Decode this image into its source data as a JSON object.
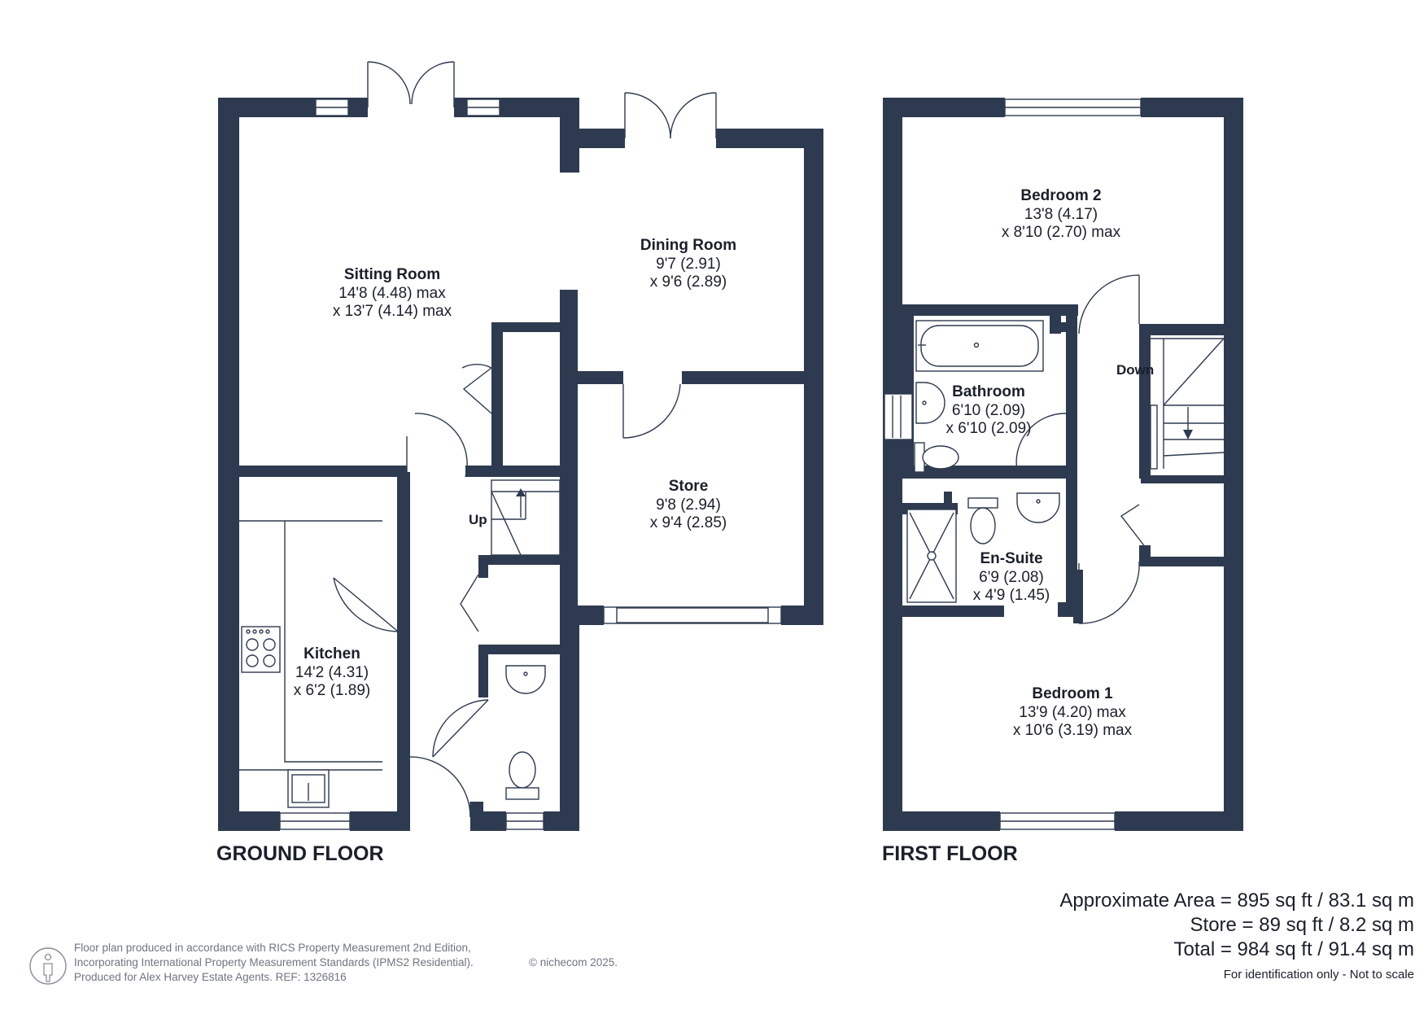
{
  "ground_floor": {
    "label": "GROUND FLOOR",
    "rooms": {
      "sitting_room": {
        "name": "Sitting Room",
        "dim1": "14'8 (4.48) max",
        "dim2": "x 13'7 (4.14) max"
      },
      "dining_room": {
        "name": "Dining Room",
        "dim1": "9'7 (2.91)",
        "dim2": "x 9'6 (2.89)"
      },
      "store": {
        "name": "Store",
        "dim1": "9'8 (2.94)",
        "dim2": "x 9'4 (2.85)"
      },
      "kitchen": {
        "name": "Kitchen",
        "dim1": "14'2 (4.31)",
        "dim2": "x 6'2 (1.89)"
      }
    },
    "stair_label": "Up"
  },
  "first_floor": {
    "label": "FIRST FLOOR",
    "rooms": {
      "bedroom_2": {
        "name": "Bedroom 2",
        "dim1": "13'8 (4.17)",
        "dim2": "x 8'10 (2.70) max"
      },
      "bathroom": {
        "name": "Bathroom",
        "dim1": "6'10 (2.09)",
        "dim2": "x 6'10 (2.09)"
      },
      "en_suite": {
        "name": "En-Suite",
        "dim1": "6'9 (2.08)",
        "dim2": "x 4'9 (1.45)"
      },
      "bedroom_1": {
        "name": "Bedroom 1",
        "dim1": "13'9 (4.20) max",
        "dim2": "x 10'6 (3.19) max"
      }
    },
    "stair_label": "Down"
  },
  "area_summary": {
    "approximate": "Approximate Area = 895 sq ft / 83.1 sq m",
    "store": "Store = 89 sq ft / 8.2 sq m",
    "total": "Total = 984 sq ft / 91.4 sq m",
    "disclaimer": "For identification only - Not to scale"
  },
  "footer": {
    "line1": "Floor plan produced in accordance with RICS Property Measurement 2nd Edition,",
    "line2": "Incorporating International Property Measurement Standards (IPMS2 Residential).",
    "line3": "Produced for Alex Harvey Estate Agents.   REF:  1326816",
    "copyright": "© nichecom 2025."
  },
  "colors": {
    "wall": "#2e3a4f",
    "text": "#1b1f2a",
    "footer_text": "#6f7480"
  },
  "icons": [
    "person-info-icon",
    "hob-icon",
    "sink-icon",
    "bath-icon",
    "shower-icon",
    "toilet-icon",
    "basin-icon",
    "stair-arrow-icon"
  ]
}
